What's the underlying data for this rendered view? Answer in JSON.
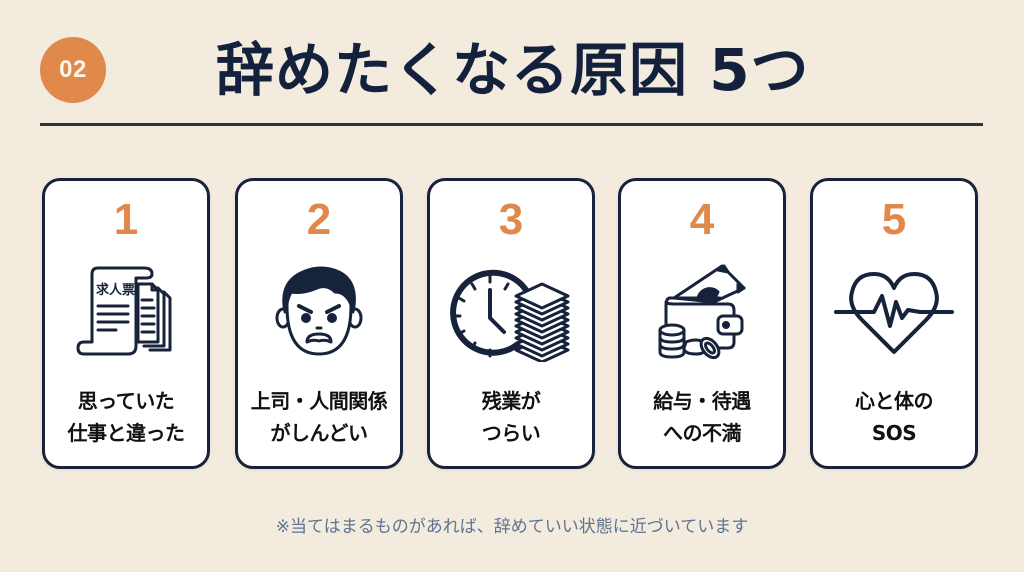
{
  "header": {
    "badge": "02",
    "title": "辞めたくなる原因 5つ"
  },
  "colors": {
    "background": "#F3EBDD",
    "accent": "#E0894A",
    "navy": "#14213D",
    "note": "#5E7491"
  },
  "cards": [
    {
      "number": "1",
      "icon": "job-posting-documents-icon",
      "icon_text": "求人票",
      "line1": "思っていた",
      "line2": "仕事と違った"
    },
    {
      "number": "2",
      "icon": "angry-face-icon",
      "line1": "上司・人間関係",
      "line2": "がしんどい"
    },
    {
      "number": "3",
      "icon": "clock-paper-stack-icon",
      "line1": "残業が",
      "line2": "つらい"
    },
    {
      "number": "4",
      "icon": "wallet-money-coins-icon",
      "line1": "給与・待遇",
      "line2": "への不満"
    },
    {
      "number": "5",
      "icon": "heart-heartbeat-icon",
      "line1": "心と体の",
      "line2": "SOS"
    }
  ],
  "footer": {
    "note": "※当てはまるものがあれば、辞めていい状態に近づいています"
  }
}
